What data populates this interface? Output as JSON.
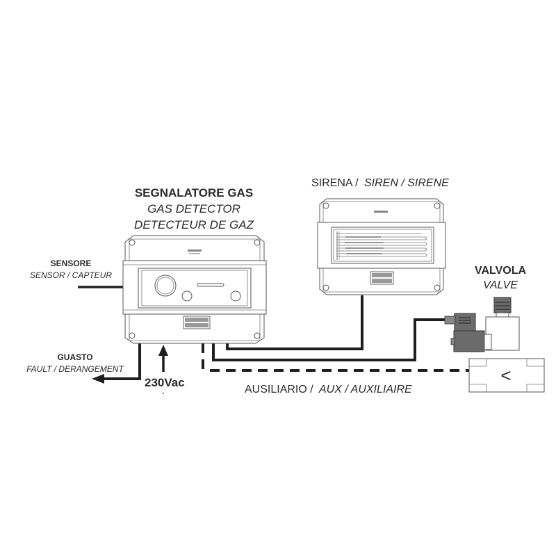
{
  "detector": {
    "title": "SEGNALATORE GAS",
    "subtitle_en": "GAS DETECTOR",
    "subtitle_fr": "DETECTEUR DE GAZ"
  },
  "siren": {
    "label_it": "SIRENA /",
    "label_en_fr": "SIREN / SIRENE"
  },
  "sensor": {
    "label_it": "SENSORE",
    "label_en_fr": "SENSOR / CAPTEUR"
  },
  "fault": {
    "label_it": "GUASTO",
    "label_en_fr": "FAULT / DERANGEMENT"
  },
  "power": {
    "label": "230Vac"
  },
  "aux": {
    "label_it": "AUSILIARIO /",
    "label_en_fr": "AUX / AUXILIAIRE"
  },
  "valve": {
    "label_it": "VALVOLA",
    "label_en": "VALVE",
    "flow_symbol": "<"
  },
  "colors": {
    "line": "#1f1f1f",
    "text": "#2a2a2a",
    "coil": "#6b6b6b",
    "outline": "#555555"
  },
  "icons": {
    "detector": "gas-detector-icon",
    "siren": "siren-icon",
    "valve": "solenoid-valve-icon"
  }
}
